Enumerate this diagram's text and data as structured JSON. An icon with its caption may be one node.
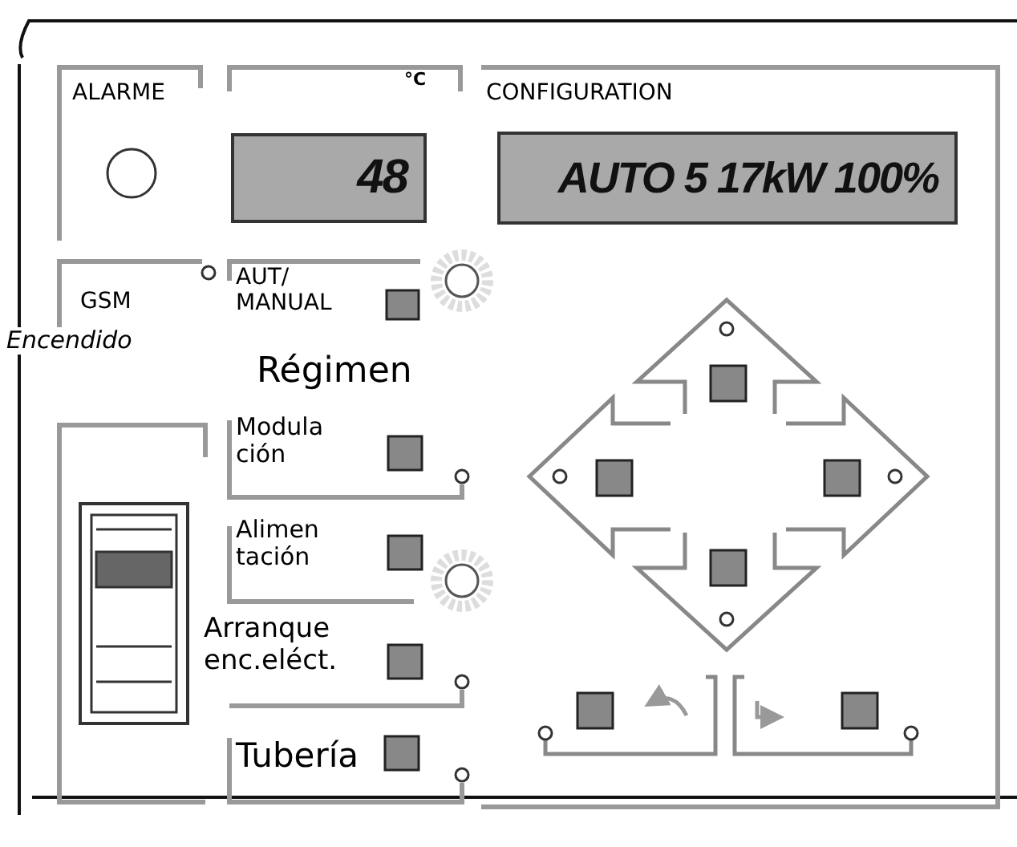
{
  "diagram": {
    "labels": [
      "ALARME",
      "°C",
      "CONFIGURATION",
      "48",
      "AUTO 5 17kW 100%",
      "GSM",
      "AUT/ MANUAL",
      "Encendido",
      "Régimen",
      "Modula ción",
      "Alimen tación",
      "Arranque enc.eléct.",
      "Tubería"
    ]
  }
}
